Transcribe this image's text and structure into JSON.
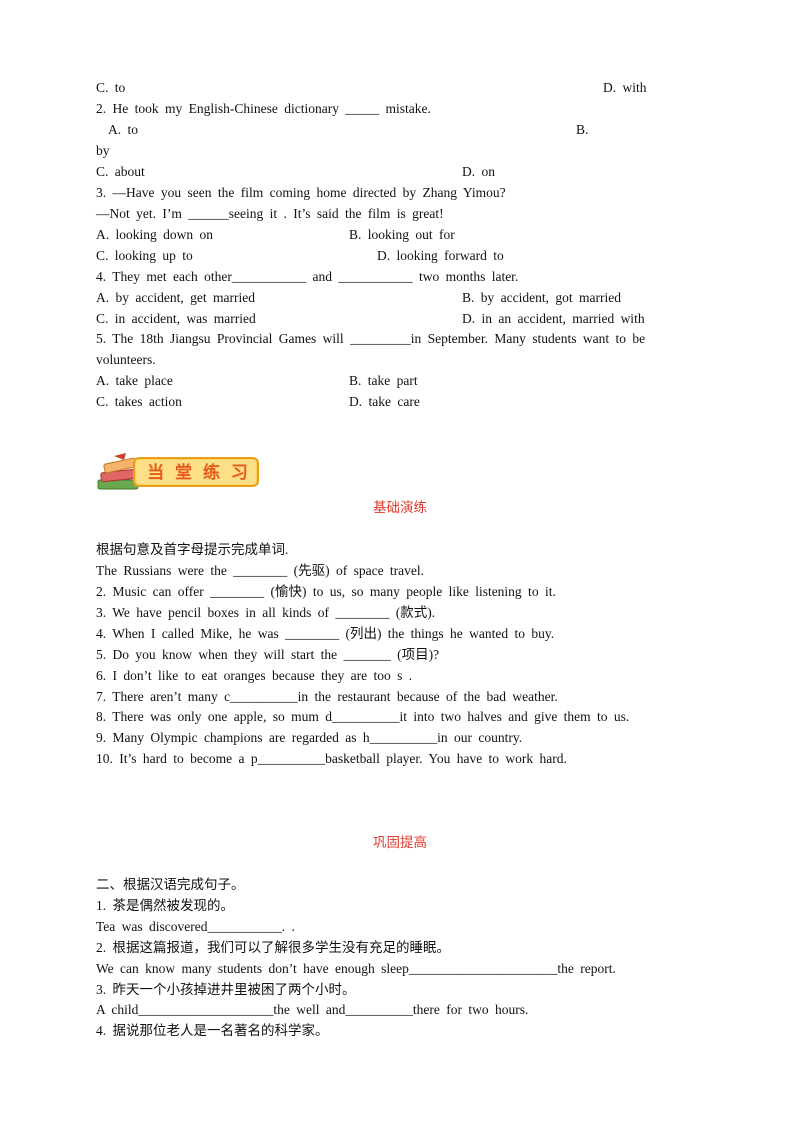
{
  "mc": {
    "q1_c": "C.  to",
    "q1_d": "D.  with",
    "q2": "2.  He  took  my  English-Chinese  dictionary  _____  mistake.",
    "q2_a": "A.  to",
    "q2_b": "B.",
    "q2_b_wrap": "by",
    "q2_c": "C.  about",
    "q2_d": "D.  on",
    "q3": "3.  —Have  you  seen  the  film  coming  home  directed  by  Zhang  Yimou?",
    "q3_b": "—Not  yet.  I’m  ______seeing  it .  It’s  said  the  film  is  great!",
    "q3_a_opt": "A.  looking  down  on",
    "q3_b_opt": "B.  looking  out  for",
    "q3_c_opt": "C.  looking  up  to",
    "q3_d_opt": "D.  looking  forward  to",
    "q4": "4.  They  met  each  other___________  and  ___________  two  months  later.",
    "q4_a": "A.  by  accident,  get  married",
    "q4_b": "B.  by  accident,  got  married",
    "q4_c": "C.  in  accident,  was  married",
    "q4_d": "D.  in  an  accident,  married      with",
    "q5": "5.  The  18th  Jiangsu  Provincial  Games  will  _________in  September.  Many  students  want  to  be",
    "q5_b": "volunteers.",
    "q5_a": "A.  take  place",
    "q5_bopt": "B.  take  part",
    "q5_c": "C.  takes  action",
    "q5_d": "D.  take  care"
  },
  "banner": {
    "text": "当 堂 练 习",
    "colors": {
      "box": "#fbd25a",
      "border": "#e8a01a",
      "text": "#e85a1c"
    }
  },
  "section1": {
    "title": "基础演练",
    "instruction": "根据句意及首字母提示完成单词.",
    "items": [
      "The  Russians  were  the  ________  (先驱)  of  space  travel.",
      "2.  Music  can  offer  ________  (愉快)  to  us,  so  many  people  like  listening  to  it.",
      "3.  We  have  pencil  boxes  in  all  kinds  of  ________  (款式).",
      "4.  When  I  called  Mike,  he  was  ________  (列出)  the  things  he  wanted  to  buy.",
      "5.  Do  you  know  when  they  will  start  the  _______  (项目)?",
      "6.  I  don’t  like  to  eat  oranges  because  they  are  too  s                .",
      "7.  There  aren’t  many  c__________in  the  restaurant  because  of  the  bad  weather.",
      "8.  There  was  only  one  apple,  so  mum  d__________it  into  two  halves  and  give  them  to  us.",
      "9.  Many  Olympic  champions  are  regarded  as  h__________in  our  country.",
      "10.  It’s  hard  to  become  a  p__________basketball  player.  You  have  to  work  hard."
    ]
  },
  "section2": {
    "title": "巩固提高",
    "instruction": "二、根据汉语完成句子。",
    "items": [
      "1.  茶是偶然被发现的。",
      "Tea  was  discovered___________.                                   .",
      "2.  根据这篇报道，我们可以了解很多学生没有充足的睡眠。",
      "We  can  know  many  students  don’t  have  enough  sleep______________________the  report.",
      "3.  昨天一个小孩掉进井里被困了两个小时。",
      "A  child____________________the  well  and__________there  for  two  hours.",
      "4.  据说那位老人是一名著名的科学家。"
    ]
  }
}
